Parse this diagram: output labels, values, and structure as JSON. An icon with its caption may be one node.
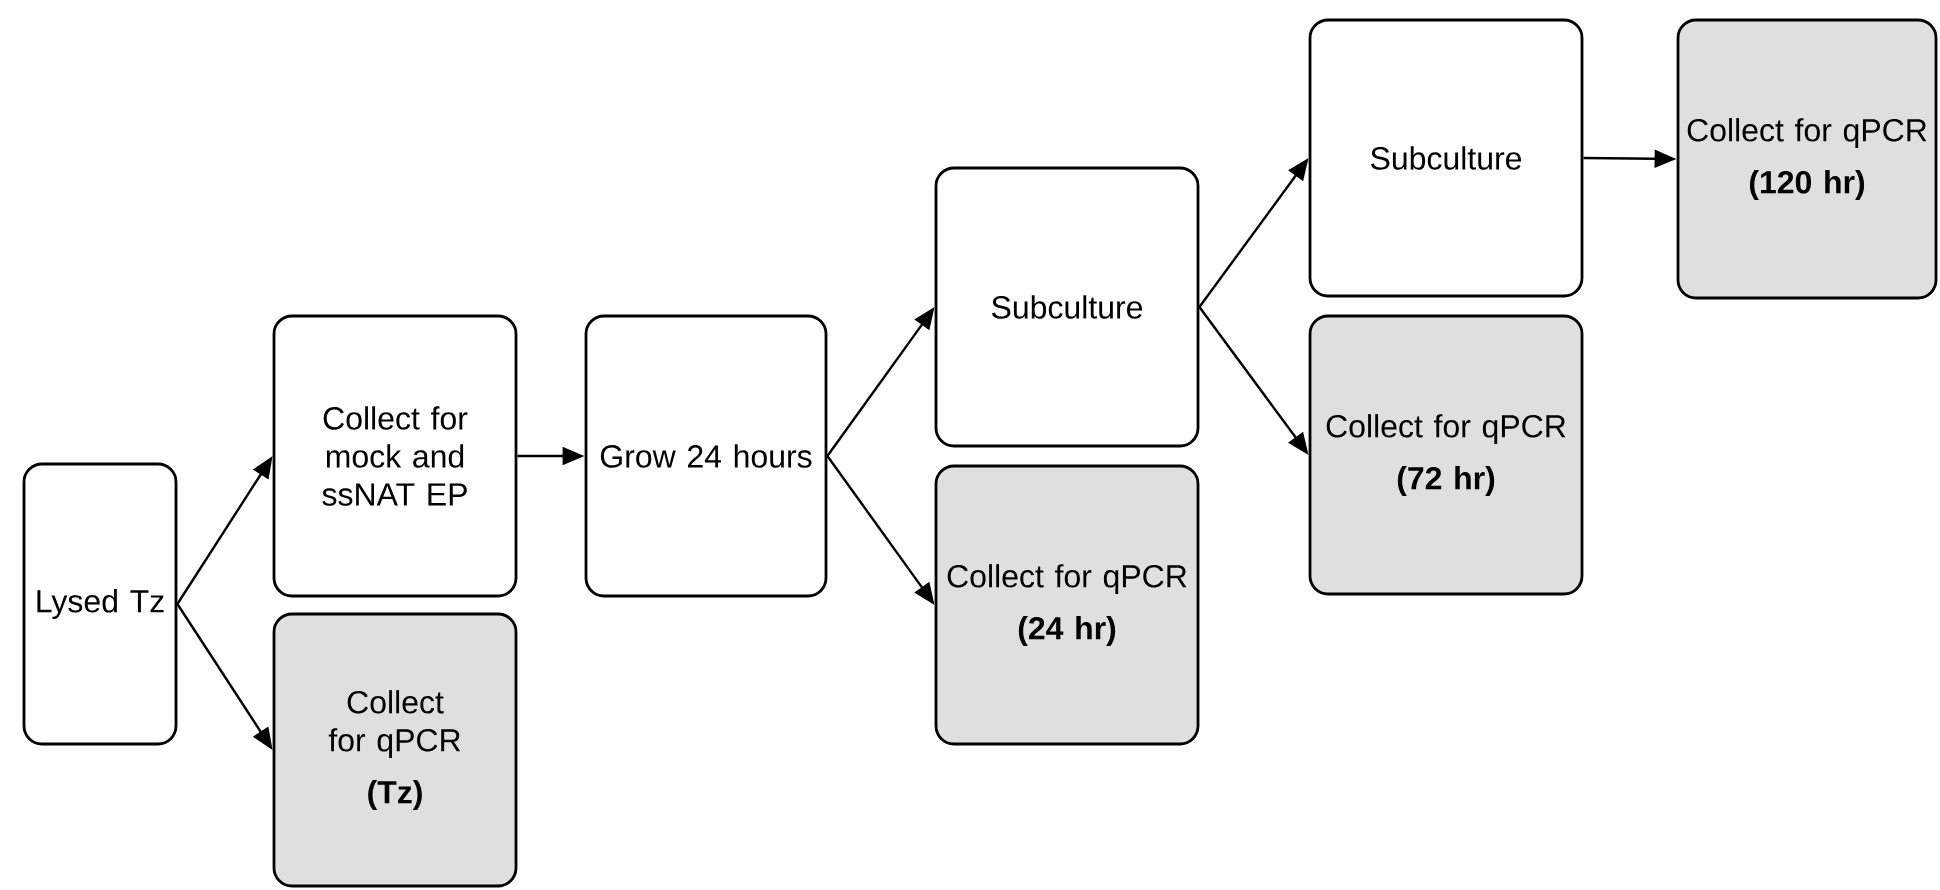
{
  "diagram": {
    "nodes": [
      {
        "text": [
          "Lysed Tz"
        ]
      },
      {
        "text": [
          "Collect for mock and ssNAT EP"
        ]
      },
      {
        "text": [
          "Collect for qPCR",
          "(Tz)"
        ]
      },
      {
        "text": [
          "Grow 24 hours"
        ]
      },
      {
        "text": [
          "Subculture"
        ]
      },
      {
        "text": [
          "Collect for qPCR",
          "(24 hr)"
        ]
      },
      {
        "text": [
          "Subculture"
        ]
      },
      {
        "text": [
          "Collect for qPCR",
          "(72 hr)"
        ]
      },
      {
        "text": [
          "Collect for qPCR",
          "(120 hr)"
        ]
      }
    ],
    "edges": [
      {
        "from": 0,
        "to": 1,
        "arrow": "to"
      },
      {
        "from": 0,
        "to": 2,
        "arrow": "to"
      },
      {
        "from": 1,
        "to": 3,
        "arrow": "to"
      },
      {
        "from": 3,
        "to": 4,
        "arrow": "to"
      },
      {
        "from": 3,
        "to": 5,
        "arrow": "to"
      },
      {
        "from": 4,
        "to": 6,
        "arrow": "to"
      },
      {
        "from": 4,
        "to": 7,
        "arrow": "to"
      },
      {
        "from": 6,
        "to": 8,
        "arrow": "to"
      }
    ]
  }
}
